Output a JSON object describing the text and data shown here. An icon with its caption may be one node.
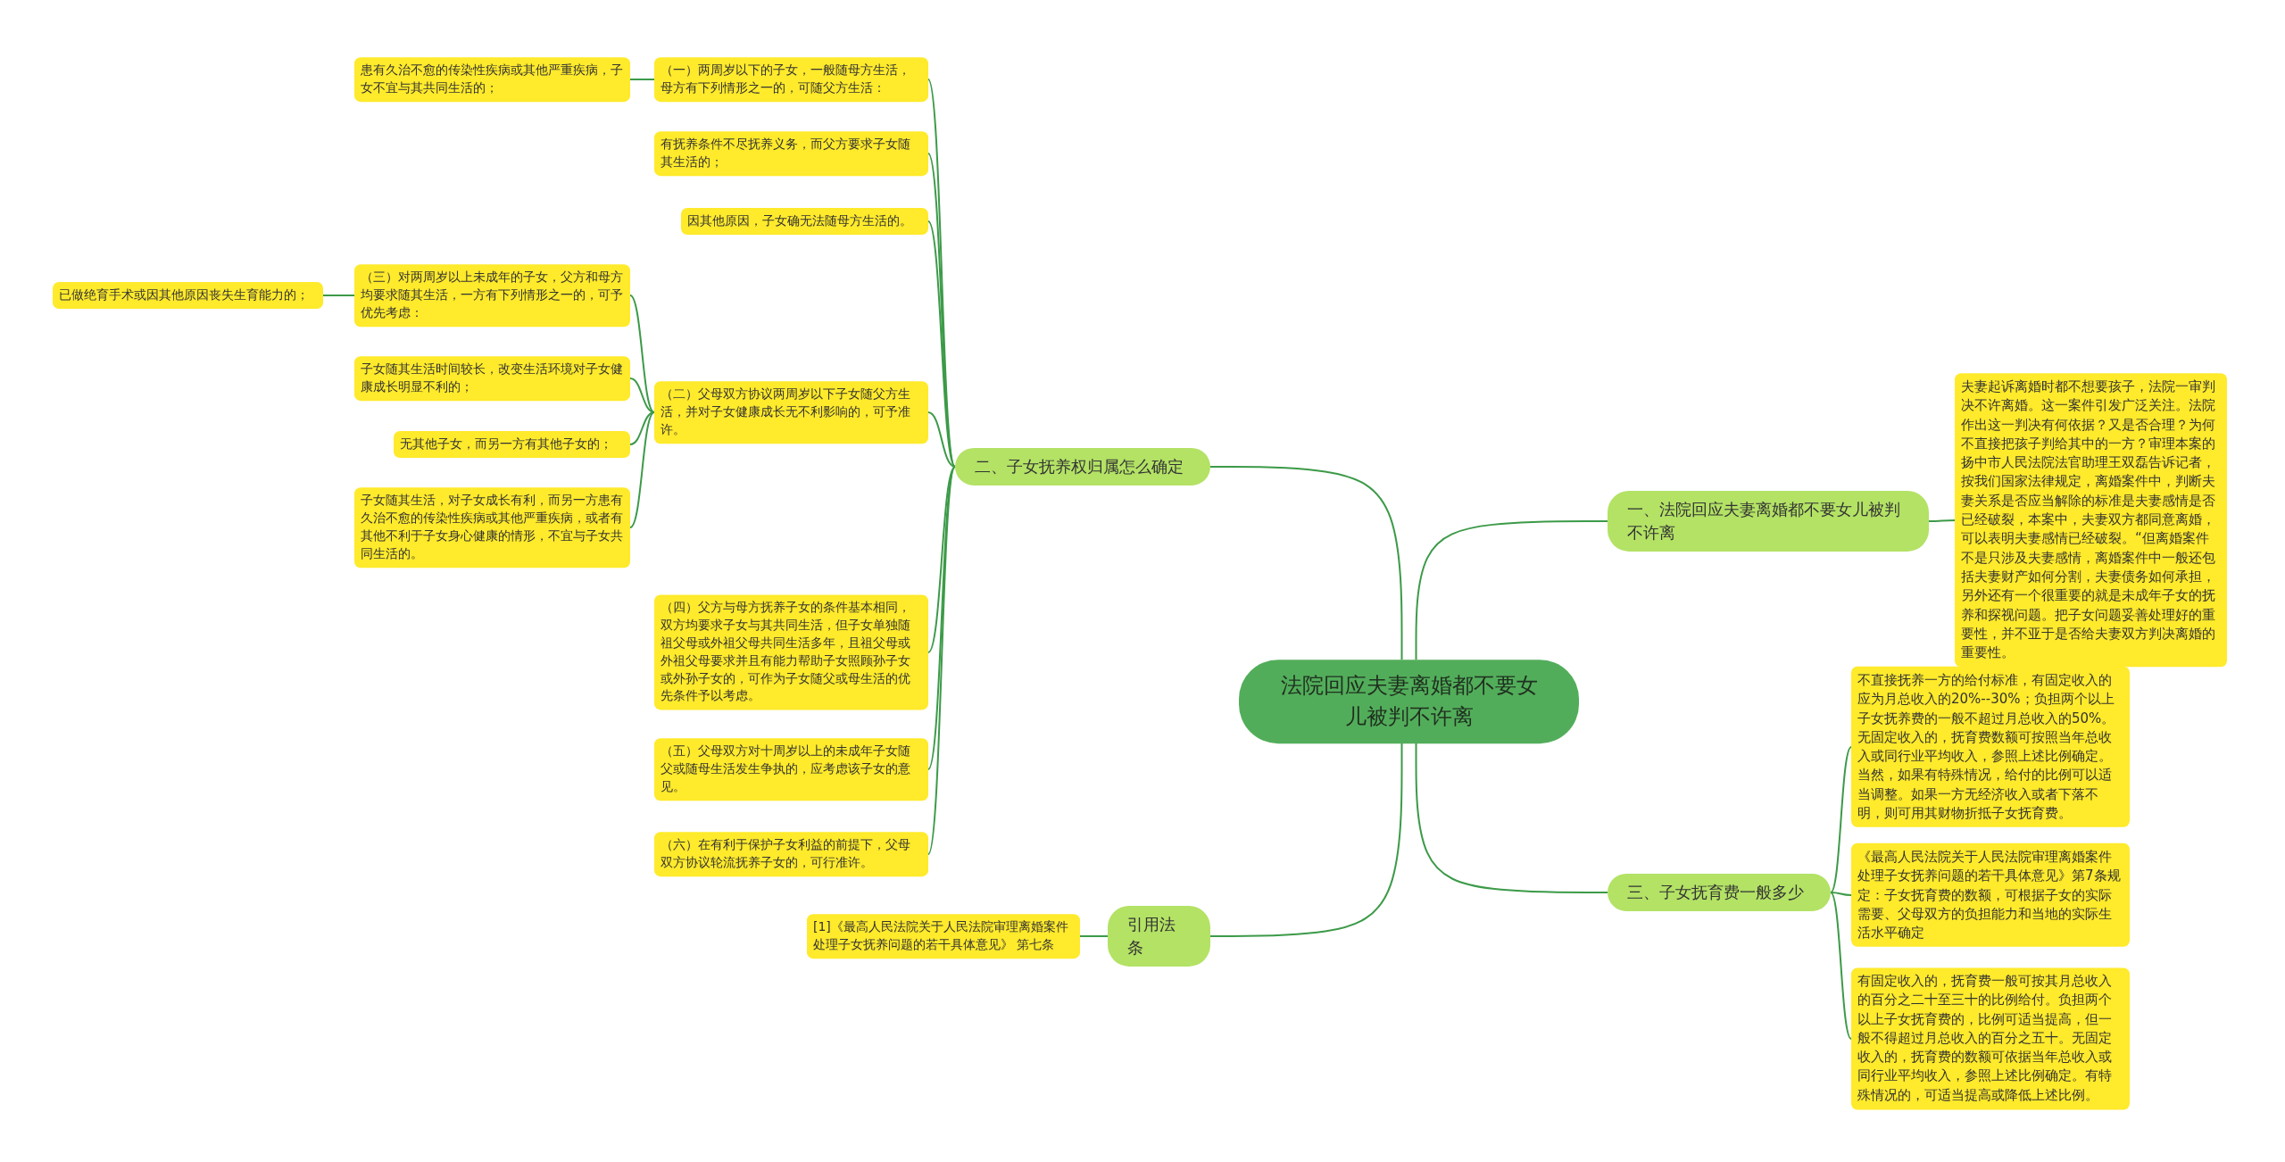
{
  "diagram": {
    "nodes": [
      {
        "text": [
          "法院回应夫妻离婚都不要女儿被判不许离"
        ]
      },
      {
        "text": [
          "一、法院回应夫妻离婚都不要女儿被判不许离"
        ]
      },
      {
        "text": [
          "夫妻起诉离婚时都不想要孩子，法院一审判决不许离婚。这一案件引发广泛关注。法院作出这一判决有何依据？又是否合理？为何不直接把孩子判给其中的一方？审理本案的扬中市人民法院法官助理王双磊告诉记者，按我们国家法律规定，离婚案件中，判断夫妻关系是否应当解除的标准是夫妻感情是否已经破裂，本案中，夫妻双方都同意离婚，可以表明夫妻感情已经破裂。“但离婚案件不是只涉及夫妻感情，离婚案件中一般还包括夫妻财产如何分割，夫妻债务如何承担，另外还有一个很重要的就是未成年子女的抚养和探视问题。把子女问题妥善处理好的重要性，并不亚于是否给夫妻双方判决离婚的重要性。"
        ]
      },
      {
        "text": [
          "二、子女抚养权归属怎么确定"
        ]
      },
      {
        "text": [
          "（一）两周岁以下的子女，一般随母方生活，母方有下列情形之一的，可随父方生活："
        ]
      },
      {
        "text": [
          "患有久治不愈的传染性疾病或其他严重疾病，子女不宜与其共同生活的；"
        ]
      },
      {
        "text": [
          "有抚养条件不尽抚养义务，而父方要求子女随其生活的；"
        ]
      },
      {
        "text": [
          "因其他原因，子女确无法随母方生活的。"
        ]
      },
      {
        "text": [
          "（二）父母双方协议两周岁以下子女随父方生活，并对子女健康成长无不利影响的，可予准许。"
        ]
      },
      {
        "text": [
          "（三）对两周岁以上未成年的子女，父方和母方均要求随其生活，一方有下列情形之一的，可予优先考虑："
        ]
      },
      {
        "text": [
          "已做绝育手术或因其他原因丧失生育能力的；"
        ]
      },
      {
        "text": [
          "子女随其生活时间较长，改变生活环境对子女健康成长明显不利的；"
        ]
      },
      {
        "text": [
          "无其他子女，而另一方有其他子女的；"
        ]
      },
      {
        "text": [
          "子女随其生活，对子女成长有利，而另一方患有久治不愈的传染性疾病或其他严重疾病，或者有其他不利于子女身心健康的情形，不宜与子女共同生活的。"
        ]
      },
      {
        "text": [
          "（四）父方与母方抚养子女的条件基本相同，双方均要求子女与其共同生活，但子女单独随祖父母或外祖父母共同生活多年，且祖父母或外祖父母要求并且有能力帮助子女照顾孙子女或外孙子女的，可作为子女随父或母生活的优先条件予以考虑。"
        ]
      },
      {
        "text": [
          "（五）父母双方对十周岁以上的未成年子女随父或随母生活发生争执的，应考虑该子女的意见。"
        ]
      },
      {
        "text": [
          "（六）在有利于保护子女利益的前提下，父母双方协议轮流抚养子女的，可行准许。"
        ]
      },
      {
        "text": [
          "引用法条"
        ]
      },
      {
        "text": [
          "[1]《最高人民法院关于人民法院审理离婚案件处理子女抚养问题的若干具体意见》 第七条"
        ]
      },
      {
        "text": [
          "三、子女抚育费一般多少"
        ]
      },
      {
        "text": [
          "不直接抚养一方的给付标准，有固定收入的应为月总收入的20%--30%；负担两个以上子女抚养费的一般不超过月总收入的50%。无固定收入的，抚育费数额可按照当年总收入或同行业平均收入，参照上述比例确定。当然，如果有特殊情况，给付的比例可以适当调整。如果一方无经济收入或者下落不明，则可用其财物折抵子女抚育费。"
        ]
      },
      {
        "text": [
          "《最高人民法院关于人民法院审理离婚案件处理子女抚养问题的若干具体意见》第7条规定：子女抚育费的数额，可根据子女的实际需要、父母双方的负担能力和当地的实际生活水平确定"
        ]
      },
      {
        "text": [
          "有固定收入的，抚育费一般可按其月总收入的百分之二十至三十的比例给付。负担两个以上子女抚育费的，比例可适当提高，但一般不得超过月总收入的百分之五十。无固定收入的，抚育费的数额可依据当年总收入或同行业平均收入，参照上述比例确定。有特殊情况的，可适当提高或降低上述比例。"
        ]
      }
    ],
    "edges": [
      {
        "from": 0,
        "to": 1,
        "arrow": "none"
      },
      {
        "from": 1,
        "to": 2,
        "arrow": "none"
      },
      {
        "from": 0,
        "to": 3,
        "arrow": "none"
      },
      {
        "from": 3,
        "to": 4,
        "arrow": "none"
      },
      {
        "from": 4,
        "to": 5,
        "arrow": "none"
      },
      {
        "from": 3,
        "to": 6,
        "arrow": "none"
      },
      {
        "from": 3,
        "to": 7,
        "arrow": "none"
      },
      {
        "from": 3,
        "to": 8,
        "arrow": "none"
      },
      {
        "from": 8,
        "to": 9,
        "arrow": "none"
      },
      {
        "from": 9,
        "to": 10,
        "arrow": "none"
      },
      {
        "from": 8,
        "to": 11,
        "arrow": "none"
      },
      {
        "from": 8,
        "to": 12,
        "arrow": "none"
      },
      {
        "from": 8,
        "to": 13,
        "arrow": "none"
      },
      {
        "from": 3,
        "to": 14,
        "arrow": "none"
      },
      {
        "from": 3,
        "to": 15,
        "arrow": "none"
      },
      {
        "from": 3,
        "to": 16,
        "arrow": "none"
      },
      {
        "from": 0,
        "to": 17,
        "arrow": "none"
      },
      {
        "from": 17,
        "to": 18,
        "arrow": "none"
      },
      {
        "from": 0,
        "to": 19,
        "arrow": "none"
      },
      {
        "from": 19,
        "to": 20,
        "arrow": "none"
      },
      {
        "from": 19,
        "to": 21,
        "arrow": "none"
      },
      {
        "from": 19,
        "to": 22,
        "arrow": "none"
      }
    ]
  }
}
